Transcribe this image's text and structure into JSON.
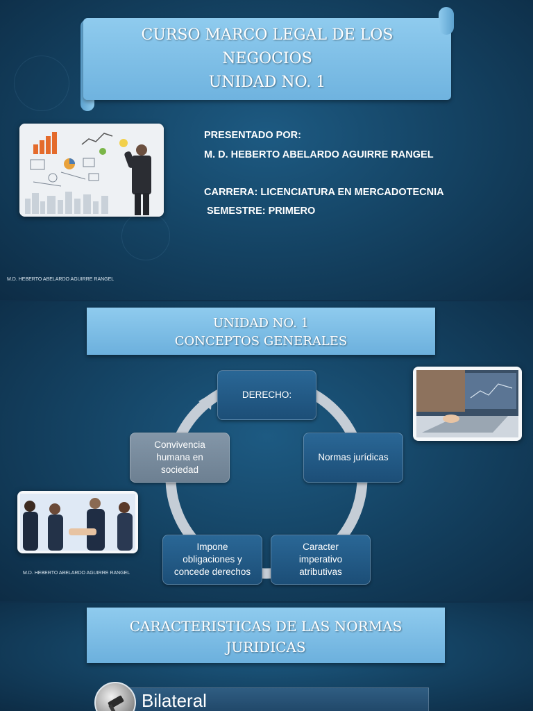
{
  "slide1": {
    "title_lines": [
      "CURSO MARCO LEGAL DE LOS",
      "NEGOCIOS",
      "UNIDAD NO. 1"
    ],
    "presented_by_label": "PRESENTADO POR:",
    "presenter": "M. D. HEBERTO ABELARDO AGUIRRE RANGEL",
    "career": "CARRERA: LICENCIATURA EN MERCADOTECNIA",
    "semester": "SEMESTRE: PRIMERO",
    "footer": "M.D. HEBERTO ABELARDO AGUIRRE RANGEL"
  },
  "slide2": {
    "title_lines": [
      "UNIDAD NO. 1",
      "CONCEPTOS GENERALES"
    ],
    "cycle": {
      "derecho": "DERECHO:",
      "normas": "Normas jurídicas",
      "caracter": [
        "Caracter",
        "imperativo",
        "atributivas"
      ],
      "impone": [
        "Impone",
        "obligaciones y",
        "concede derechos"
      ],
      "convivencia": [
        "Convivencia",
        "humana en",
        "sociedad"
      ]
    },
    "footer": "M.D. HEBERTO ABELARDO AGUIRRE RANGEL"
  },
  "slide3": {
    "title_lines": [
      "CARACTERISTICAS DE LAS NORMAS",
      "JURIDICAS"
    ],
    "item": "Bilateral"
  },
  "colors": {
    "background": "#154566",
    "banner": "#8fcbee",
    "cycle_dark": "#1c4e77",
    "cycle_gray": "#6d8092"
  }
}
